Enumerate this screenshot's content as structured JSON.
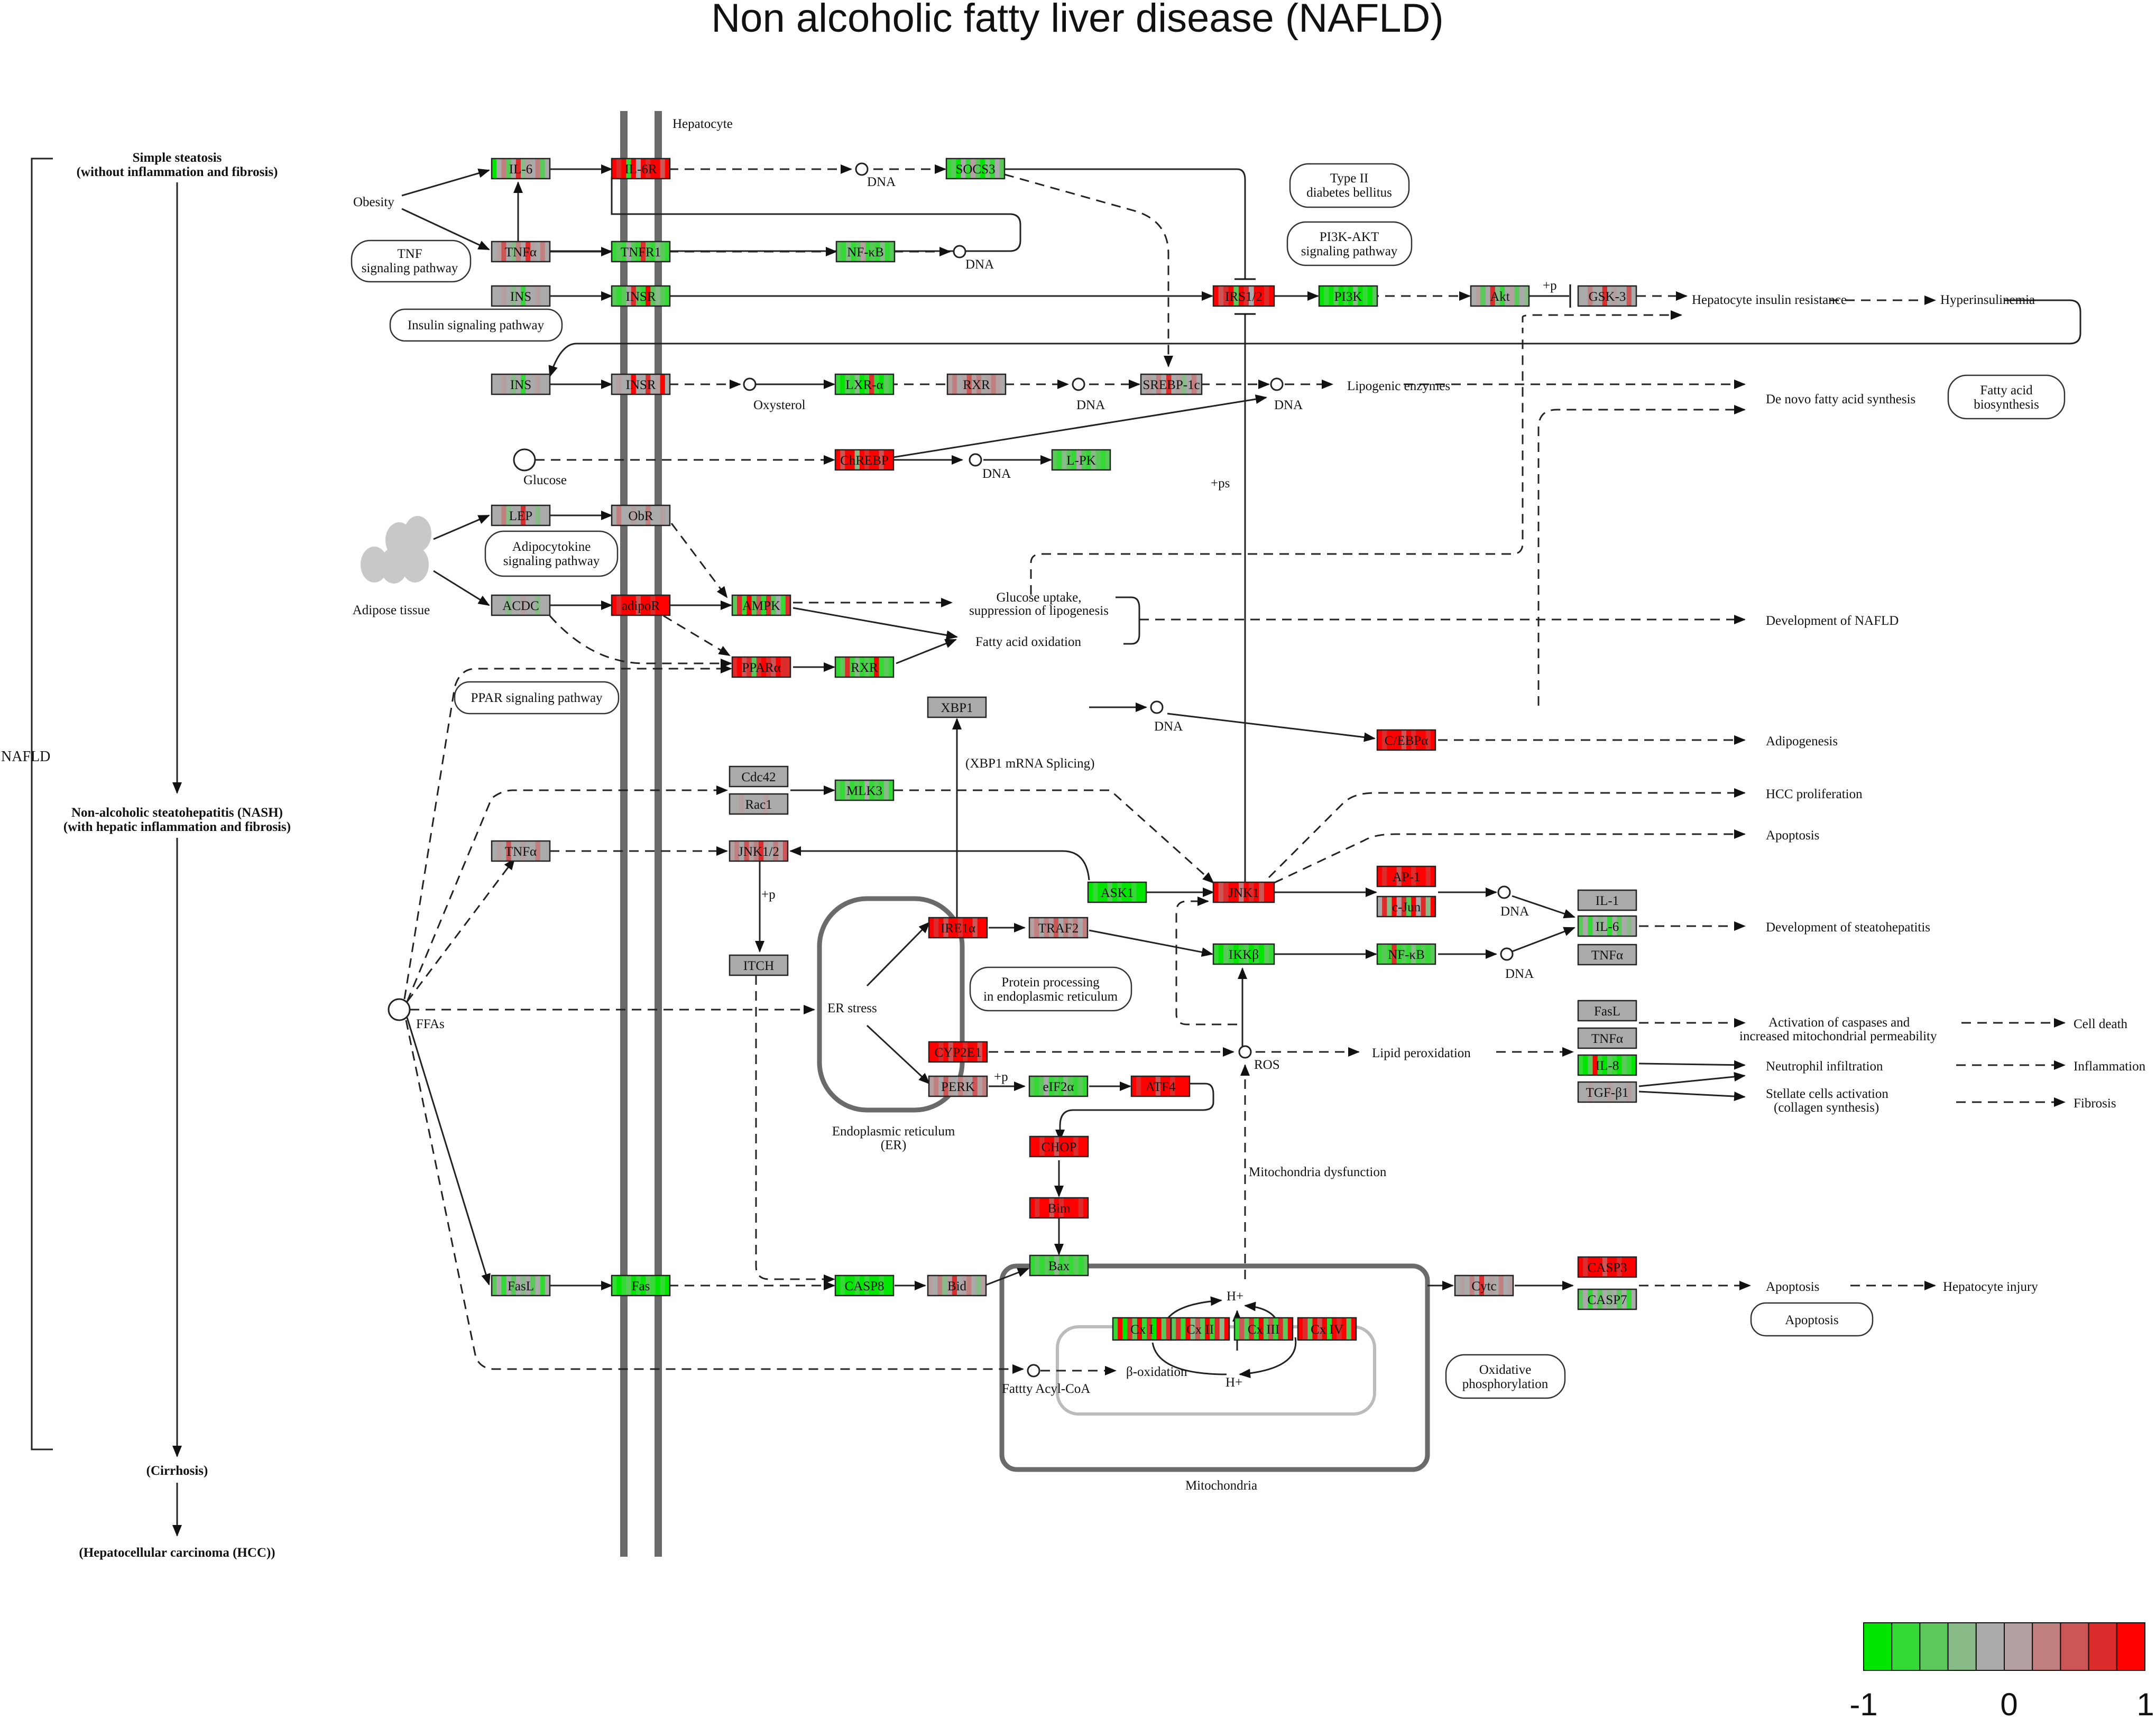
{
  "title": "Non alcoholic fatty liver disease (NAFLD)",
  "colors": {
    "scale": [
      "#00e600",
      "#35d935",
      "#5ac95a",
      "#88bb88",
      "#aaaaaa",
      "#b4a0a0",
      "#c08080",
      "#cc5555",
      "#dd2c2c",
      "#ff0000"
    ],
    "membrane": "#6a6a6a",
    "negative": "#2fd82f",
    "neutral": "#a9a9a9",
    "positive": "#e41a1a"
  },
  "stages": {
    "nafld": "NAFLD",
    "simple_steatosis": "Simple steatosis",
    "simple_steatosis_sub": "(without inflammation and fibrosis)",
    "nash": "Non-alcoholic steatohepatitis (NASH)",
    "nash_sub": "(with hepatic inflammation and fibrosis)",
    "cirrhosis": "(Cirrhosis)",
    "hcc": "(Hepatocellular carcinoma (HCC))"
  },
  "compartments": {
    "hepatocyte": "Hepatocyte",
    "er": "Endoplasmic reticulum",
    "er_abbr": "(ER)",
    "mitochondria": "Mitochondria",
    "adipose": "Adipose tissue"
  },
  "notes": {
    "tnf": [
      "TNF",
      "signaling pathway"
    ],
    "insulin": [
      "Insulin signaling pathway"
    ],
    "adipocytokine": [
      "Adipocytokine",
      "signaling pathway"
    ],
    "ppar": [
      "PPAR signaling pathway"
    ],
    "t2d": [
      "Type II",
      "diabetes bellitus"
    ],
    "pi3k": [
      "PI3K-AKT",
      "signaling pathway"
    ],
    "fa_bio": [
      "Fatty acid",
      "biosynthesis"
    ],
    "protein": [
      "Protein processing",
      "in endoplasmic reticulum"
    ],
    "oxphos": [
      "Oxidative",
      "phosphorylation"
    ],
    "apoptosis": [
      "Apoptosis"
    ]
  },
  "compounds": {
    "obesity": "Obesity",
    "dna": "DNA",
    "oxysterol": "Oxysterol",
    "glucose": "Glucose",
    "ffas": "FFAs",
    "ros": "ROS",
    "fatty_acyl_coa": "Fattty Acyl-CoA",
    "beta_ox": "β-oxidation",
    "h_plus": "H+"
  },
  "labels": {
    "hepatocyte_ir": "Hepatocyte insulin resistance",
    "hyperinsulinemia": "Hyperinsulinemia",
    "lipogenic": "Lipogenic enzymes",
    "de_novo": "De novo fatty acid synthesis",
    "glucose_uptake_1": "Glucose uptake,",
    "glucose_uptake_2": "suppression of lipogenesis",
    "fa_oxidation": "Fatty acid oxidation",
    "dev_nafld": "Development of NAFLD",
    "xbp1_splicing": "(XBP1 mRNA Splicing)",
    "adipogenesis": "Adipogenesis",
    "hcc_prolif": "HCC proliferation",
    "apoptosis": "Apoptosis",
    "dev_steato": "Development of steatohepatitis",
    "er_stress": "ER stress",
    "lipid_perox": "Lipid peroxidation",
    "caspase_1": "Activation of caspases and",
    "caspase_2": "increased mitochondrial permeability",
    "neutrophil": "Neutrophil infiltration",
    "stellate_1": "Stellate cells activation",
    "stellate_2": "(collagen synthesis)",
    "cell_death": "Cell death",
    "inflammation": "Inflammation",
    "fibrosis": "Fibrosis",
    "mito_dysf": "Mitochondria dysfunction",
    "hep_injury": "Hepatocyte injury",
    "plus_p": "+p",
    "plus_ps": "+ps"
  },
  "genes": [
    {
      "id": "il6",
      "label": "IL-6",
      "p": [
        0,
        4,
        6,
        2,
        4,
        8,
        3,
        5,
        4,
        6,
        2,
        4
      ]
    },
    {
      "id": "il6r",
      "label": "IL-6R",
      "p": [
        9,
        8,
        9,
        1,
        9,
        4,
        9,
        8,
        9,
        9,
        7,
        9
      ]
    },
    {
      "id": "socs3",
      "label": "SOCS3",
      "p": [
        1,
        2,
        0,
        4,
        1,
        5,
        2,
        0,
        3,
        1,
        4,
        2
      ]
    },
    {
      "id": "tnfa1",
      "label": "TNFα",
      "p": [
        4,
        5,
        7,
        4,
        3,
        6,
        4,
        8,
        5,
        4,
        6,
        4
      ]
    },
    {
      "id": "tnfr1",
      "label": "TNFR1",
      "p": [
        1,
        2,
        1,
        4,
        2,
        1,
        8,
        2,
        1,
        3,
        2,
        1
      ]
    },
    {
      "id": "nfkb1",
      "label": "NF-κB",
      "p": [
        2,
        1,
        3,
        1,
        2,
        5,
        1,
        2,
        1,
        3,
        1,
        2
      ]
    },
    {
      "id": "ins1",
      "label": "INS",
      "p": [
        4,
        4,
        5,
        4,
        3,
        4,
        1,
        4,
        4,
        5,
        4,
        4
      ]
    },
    {
      "id": "insr1",
      "label": "INSR",
      "p": [
        2,
        1,
        2,
        4,
        8,
        2,
        1,
        9,
        2,
        3,
        2,
        1
      ]
    },
    {
      "id": "irs12",
      "label": "IRS1/2",
      "p": [
        9,
        7,
        8,
        9,
        2,
        9,
        8,
        4,
        9,
        9,
        8,
        9
      ]
    },
    {
      "id": "pi3k",
      "label": "PI3K",
      "p": [
        0,
        1,
        0,
        2,
        0,
        1,
        0,
        3,
        0,
        1,
        0,
        2
      ]
    },
    {
      "id": "akt",
      "label": "Akt",
      "p": [
        4,
        5,
        2,
        4,
        8,
        3,
        1,
        4,
        5,
        2,
        4,
        3
      ]
    },
    {
      "id": "gsk3",
      "label": "GSK-3",
      "p": [
        4,
        4,
        6,
        4,
        4,
        8,
        4,
        5,
        4,
        4,
        7,
        4
      ]
    },
    {
      "id": "ins2",
      "label": "INS",
      "p": [
        4,
        4,
        5,
        4,
        3,
        4,
        1,
        4,
        4,
        5,
        4,
        4
      ]
    },
    {
      "id": "insr2",
      "label": "INSR",
      "p": [
        4,
        5,
        4,
        4,
        9,
        4,
        4,
        8,
        4,
        5,
        9,
        4
      ]
    },
    {
      "id": "lxra",
      "label": "LXR-α",
      "p": [
        1,
        0,
        2,
        1,
        3,
        0,
        1,
        8,
        1,
        0,
        2,
        1
      ]
    },
    {
      "id": "rxr1",
      "label": "RXR",
      "p": [
        5,
        6,
        4,
        5,
        7,
        5,
        6,
        4,
        5,
        6,
        5,
        4
      ]
    },
    {
      "id": "srebp",
      "label": "SREBP-1c",
      "p": [
        4,
        5,
        4,
        6,
        4,
        8,
        4,
        5,
        3,
        4,
        6,
        4
      ]
    },
    {
      "id": "chrebp",
      "label": "ChREBP",
      "p": [
        9,
        7,
        9,
        9,
        3,
        9,
        8,
        9,
        9,
        7,
        9,
        9
      ]
    },
    {
      "id": "lpk",
      "label": "L-PK",
      "p": [
        2,
        1,
        3,
        2,
        1,
        4,
        2,
        1,
        3,
        2,
        1,
        2
      ]
    },
    {
      "id": "lep",
      "label": "LEP",
      "p": [
        4,
        4,
        6,
        3,
        4,
        4,
        8,
        4,
        4,
        3,
        4,
        4
      ]
    },
    {
      "id": "obr",
      "label": "ObR",
      "p": [
        4,
        6,
        4,
        4,
        5,
        4,
        4,
        6,
        4,
        4,
        5,
        4
      ]
    },
    {
      "id": "acdc",
      "label": "ACDC",
      "p": [
        4,
        4,
        4,
        3,
        4,
        4,
        5,
        4,
        4,
        3,
        4,
        4
      ]
    },
    {
      "id": "adipor",
      "label": "adipoR",
      "p": [
        9,
        8,
        9,
        9,
        9,
        7,
        9,
        9,
        8,
        9,
        9,
        9
      ]
    },
    {
      "id": "ampk",
      "label": "AMPK",
      "p": [
        2,
        8,
        1,
        9,
        2,
        7,
        1,
        8,
        2,
        4,
        1,
        8
      ]
    },
    {
      "id": "ppara",
      "label": "PPARα",
      "p": [
        8,
        9,
        7,
        8,
        2,
        8,
        9,
        8,
        7,
        9,
        8,
        8
      ]
    },
    {
      "id": "rxr2",
      "label": "RXR",
      "p": [
        1,
        2,
        8,
        1,
        3,
        1,
        2,
        1,
        9,
        1,
        2,
        1
      ]
    },
    {
      "id": "xbp1",
      "label": "XBP1",
      "p": [
        4,
        4,
        4,
        4,
        4,
        4,
        4,
        4,
        4,
        4,
        4,
        4
      ]
    },
    {
      "id": "cebpa",
      "label": "C/EBPα",
      "p": [
        9,
        8,
        9,
        9,
        9,
        7,
        9,
        8,
        9,
        9,
        8,
        9
      ]
    },
    {
      "id": "cdc42",
      "label": "Cdc42",
      "p": [
        4,
        4,
        4,
        4,
        4,
        4,
        4,
        4,
        4,
        4,
        4,
        4
      ]
    },
    {
      "id": "rac1",
      "label": "Rac1",
      "p": [
        4,
        4,
        5,
        4,
        4,
        4,
        4,
        5,
        4,
        4,
        4,
        4
      ]
    },
    {
      "id": "mlk3",
      "label": "MLK3",
      "p": [
        2,
        1,
        3,
        1,
        2,
        1,
        4,
        1,
        2,
        1,
        3,
        1
      ]
    },
    {
      "id": "tnfa2",
      "label": "TNFα",
      "p": [
        4,
        5,
        4,
        7,
        4,
        4,
        5,
        4,
        4,
        6,
        4,
        4
      ]
    },
    {
      "id": "jnk12",
      "label": "JNK1/2",
      "p": [
        5,
        6,
        4,
        7,
        5,
        6,
        8,
        5,
        4,
        6,
        5,
        7
      ]
    },
    {
      "id": "ask1",
      "label": "ASK1",
      "p": [
        0,
        1,
        0,
        0,
        2,
        0,
        1,
        0,
        0,
        1,
        0,
        0
      ]
    },
    {
      "id": "jnk1",
      "label": "JNK1",
      "p": [
        9,
        7,
        8,
        9,
        9,
        6,
        9,
        8,
        9,
        7,
        9,
        9
      ]
    },
    {
      "id": "ap1",
      "label": "AP-1",
      "p": [
        9,
        8,
        9,
        9,
        7,
        9,
        9,
        8,
        9,
        9,
        8,
        9
      ]
    },
    {
      "id": "cjun",
      "label": "c-Jun",
      "p": [
        4,
        8,
        3,
        9,
        5,
        8,
        2,
        9,
        4,
        8,
        3,
        9
      ]
    },
    {
      "id": "il1",
      "label": "IL-1",
      "p": [
        4,
        4,
        4,
        4,
        4,
        4,
        4,
        4,
        4,
        4,
        4,
        4
      ]
    },
    {
      "id": "il6b",
      "label": "IL-6",
      "p": [
        2,
        4,
        1,
        4,
        3,
        4,
        1,
        4,
        2,
        4,
        3,
        4
      ]
    },
    {
      "id": "tnfa3",
      "label": "TNFα",
      "p": [
        4,
        4,
        4,
        4,
        4,
        4,
        4,
        4,
        4,
        4,
        4,
        4
      ]
    },
    {
      "id": "ire1a",
      "label": "IRE1α",
      "p": [
        9,
        8,
        9,
        7,
        9,
        9,
        8,
        9,
        9,
        7,
        9,
        9
      ]
    },
    {
      "id": "traf2",
      "label": "TRAF2",
      "p": [
        5,
        6,
        4,
        6,
        5,
        7,
        4,
        6,
        5,
        6,
        4,
        6
      ]
    },
    {
      "id": "ikkb",
      "label": "IKKβ",
      "p": [
        1,
        0,
        2,
        1,
        0,
        1,
        2,
        0,
        1,
        0,
        2,
        1
      ]
    },
    {
      "id": "nfkb2",
      "label": "NF-κB",
      "p": [
        1,
        2,
        1,
        8,
        1,
        2,
        1,
        3,
        1,
        2,
        1,
        2
      ]
    },
    {
      "id": "itch",
      "label": "ITCH",
      "p": [
        4,
        4,
        4,
        4,
        4,
        4,
        4,
        4,
        4,
        4,
        4,
        4
      ]
    },
    {
      "id": "cyp2e1",
      "label": "CYP2E1",
      "p": [
        9,
        9,
        8,
        9,
        7,
        9,
        9,
        8,
        9,
        9,
        7,
        9
      ]
    },
    {
      "id": "perk",
      "label": "PERK",
      "p": [
        5,
        6,
        4,
        7,
        5,
        4,
        6,
        5,
        4,
        7,
        5,
        6
      ]
    },
    {
      "id": "eif2a",
      "label": "eIF2α",
      "p": [
        2,
        1,
        2,
        4,
        1,
        2,
        1,
        3,
        2,
        1,
        2,
        1
      ]
    },
    {
      "id": "atf4",
      "label": "ATF4",
      "p": [
        9,
        8,
        9,
        9,
        9,
        7,
        9,
        9,
        8,
        9,
        9,
        9
      ]
    },
    {
      "id": "fasl1",
      "label": "FasL",
      "p": [
        4,
        4,
        4,
        4,
        4,
        4,
        4,
        4,
        4,
        4,
        4,
        4
      ]
    },
    {
      "id": "tnfa4",
      "label": "TNFα",
      "p": [
        4,
        4,
        4,
        4,
        4,
        4,
        4,
        4,
        4,
        4,
        4,
        4
      ]
    },
    {
      "id": "il8",
      "label": "IL-8",
      "p": [
        1,
        0,
        2,
        9,
        1,
        0,
        2,
        1,
        0,
        2,
        1,
        0
      ]
    },
    {
      "id": "tgfb1",
      "label": "TGF-β1",
      "p": [
        4,
        4,
        5,
        4,
        4,
        4,
        5,
        4,
        4,
        4,
        5,
        4
      ]
    },
    {
      "id": "chop",
      "label": "CHOP",
      "p": [
        9,
        9,
        8,
        9,
        9,
        7,
        9,
        9,
        9,
        8,
        9,
        9
      ]
    },
    {
      "id": "bim",
      "label": "Bim",
      "p": [
        9,
        8,
        9,
        9,
        7,
        9,
        8,
        9,
        9,
        9,
        8,
        9
      ]
    },
    {
      "id": "bax",
      "label": "Bax",
      "p": [
        1,
        2,
        1,
        2,
        1,
        3,
        1,
        2,
        1,
        2,
        1,
        2
      ]
    },
    {
      "id": "fasl2",
      "label": "FasL",
      "p": [
        2,
        4,
        1,
        4,
        2,
        4,
        3,
        4,
        2,
        4,
        1,
        4
      ]
    },
    {
      "id": "fas",
      "label": "Fas",
      "p": [
        1,
        0,
        1,
        2,
        0,
        1,
        0,
        2,
        1,
        0,
        1,
        0
      ]
    },
    {
      "id": "casp8",
      "label": "CASP8",
      "p": [
        0,
        1,
        0,
        0,
        1,
        0,
        1,
        0,
        0,
        1,
        0,
        0
      ]
    },
    {
      "id": "bid",
      "label": "Bid",
      "p": [
        5,
        4,
        6,
        3,
        5,
        8,
        4,
        5,
        6,
        4,
        3,
        5
      ]
    },
    {
      "id": "cytc",
      "label": "Cytc",
      "p": [
        4,
        5,
        4,
        6,
        4,
        8,
        4,
        5,
        4,
        6,
        4,
        5
      ]
    },
    {
      "id": "casp3",
      "label": "CASP3",
      "p": [
        9,
        8,
        9,
        9,
        9,
        7,
        9,
        9,
        8,
        9,
        9,
        9
      ]
    },
    {
      "id": "casp7",
      "label": "CASP7",
      "p": [
        2,
        4,
        1,
        4,
        2,
        4,
        3,
        4,
        2,
        4,
        1,
        4
      ]
    },
    {
      "id": "cxi",
      "label": "Cx I",
      "p": [
        1,
        9,
        0,
        8,
        2,
        9,
        1,
        8,
        0,
        9,
        2,
        8
      ]
    },
    {
      "id": "cxii",
      "label": "Cx II",
      "p": [
        2,
        8,
        1,
        9,
        3,
        7,
        2,
        9,
        1,
        8,
        3,
        9
      ]
    },
    {
      "id": "cxiii",
      "label": "Cx III",
      "p": [
        1,
        7,
        2,
        8,
        1,
        9,
        2,
        7,
        1,
        8,
        2,
        9
      ]
    },
    {
      "id": "cxiv",
      "label": "Cx IV",
      "p": [
        9,
        8,
        2,
        9,
        7,
        9,
        1,
        9,
        8,
        9,
        2,
        9
      ]
    }
  ],
  "legend": {
    "min": "-1",
    "mid": "0",
    "max": "1"
  }
}
